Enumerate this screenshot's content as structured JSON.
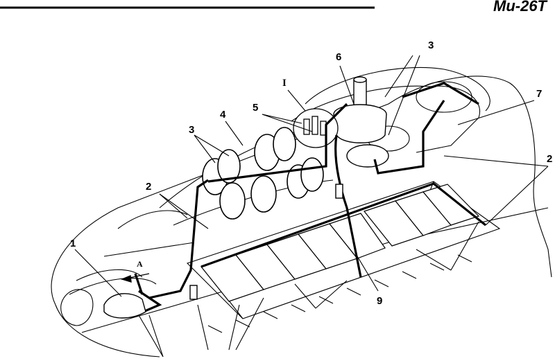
{
  "header": {
    "title": "Ми-26Т"
  },
  "diagram": {
    "callouts": {
      "c1": "1",
      "c2a": "2",
      "c2b": "2",
      "c3a": "3",
      "c3b": "3",
      "c4": "4",
      "c5": "5",
      "c6": "6",
      "c7": "7",
      "c9": "9",
      "detail": "I",
      "view": "A"
    }
  }
}
